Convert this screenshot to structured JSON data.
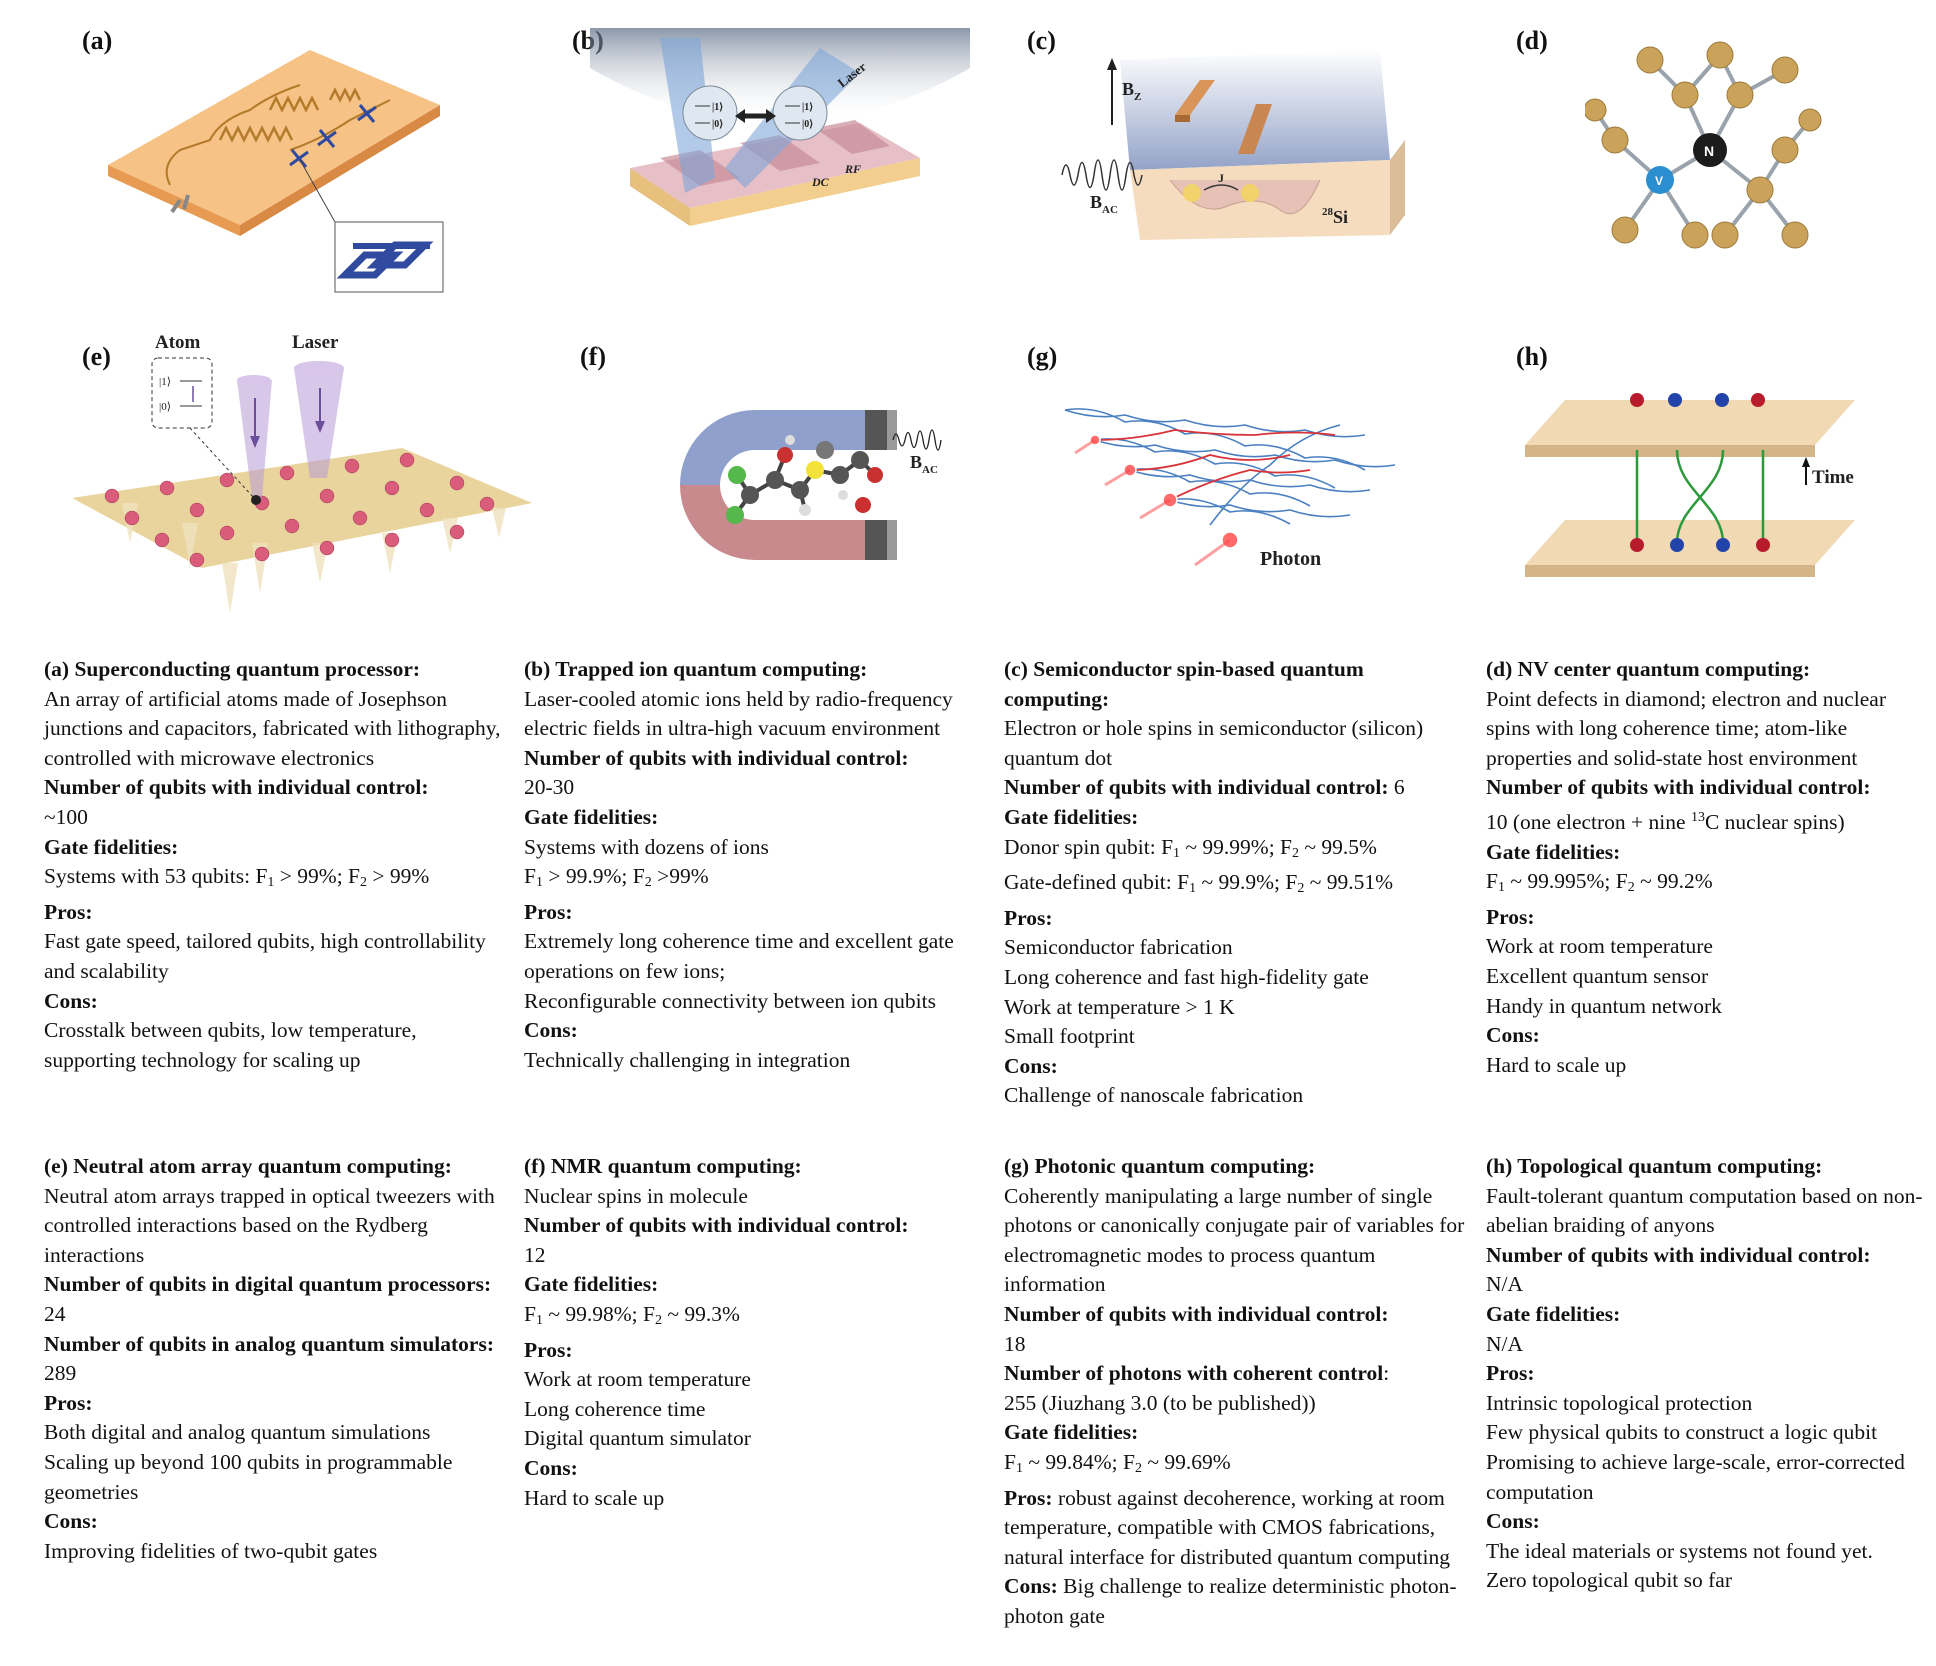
{
  "panels": {
    "a": {
      "label": "(a)"
    },
    "b": {
      "label": "(b)",
      "ket1": "|1⟩",
      "ket0": "|0⟩",
      "laser": "Laser",
      "rf": "RF",
      "dc": "DC"
    },
    "c": {
      "label": "(c)",
      "bz": "B",
      "bz_sub": "Z",
      "bac": "B",
      "bac_sub": "AC",
      "j": "J",
      "si_sup": "28",
      "si": "Si"
    },
    "d": {
      "label": "(d)",
      "n": "N",
      "v": "V"
    },
    "e": {
      "label": "(e)",
      "atom": "Atom",
      "laser": "Laser",
      "ket1": "|1⟩",
      "ket0": "|0⟩"
    },
    "f": {
      "label": "(f)",
      "bac": "B",
      "bac_sub": "AC"
    },
    "g": {
      "label": "(g)",
      "photon": "Photon"
    },
    "h": {
      "label": "(h)",
      "time": "Time"
    }
  },
  "descriptions": {
    "a": {
      "title": "(a) Superconducting quantum processor:",
      "body": "An array of artificial atoms made of Josephson junctions and capacitors, fabricated with lithography, controlled with microwave electronics",
      "qubits_head": "Number of qubits with individual control:",
      "qubits": "~100",
      "gate_head": "Gate fidelities:",
      "gate_1": "Systems with 53 qubits: F",
      "gate_1_sub": "1",
      "gate_1_mid": " > 99%; F",
      "gate_1_sub2": "2",
      "gate_1_end": " > 99%",
      "pros_head": "Pros:",
      "pros": "Fast gate speed, tailored qubits, high controllability and scalability",
      "cons_head": "Cons:",
      "cons": "Crosstalk between qubits, low temperature, supporting technology for scaling up"
    },
    "b": {
      "title": "(b) Trapped ion quantum computing:",
      "body": "Laser-cooled atomic ions held by radio-frequency electric fields in ultra-high vacuum environment",
      "qubits_head": "Number of qubits with individual control:",
      "qubits": "20-30",
      "gate_head": "Gate fidelities:",
      "gate_1": "Systems with dozens of ions",
      "gate_2a": "F",
      "gate_2_sub": "1",
      "gate_2b": " > 99.9%; F",
      "gate_2_sub2": "2",
      "gate_2c": " >99%",
      "pros_head": "Pros:",
      "pros_1": "Extremely long coherence time and excellent gate operations on few ions;",
      "pros_2": "Reconfigurable connectivity between ion qubits",
      "cons_head": "Cons:",
      "cons": "Technically challenging in integration"
    },
    "c": {
      "title": "(c) Semiconductor spin-based quantum computing:",
      "body": "Electron or hole spins in semiconductor (silicon) quantum dot",
      "qubits_head": "Number of qubits with individual control:",
      "qubits": " 6",
      "gate_head": "Gate fidelities:",
      "gate_1a": "Donor  spin qubit: F",
      "gate_1_sub": "1",
      "gate_1b": " ~ 99.99%; F",
      "gate_1_sub2": "2",
      "gate_1c": " ~ 99.5%",
      "gate_2a": "Gate-defined qubit: F",
      "gate_2_sub": "1",
      "gate_2b": " ~ 99.9%; F",
      "gate_2_sub2": "2",
      "gate_2c": " ~ 99.51%",
      "pros_head": "Pros:",
      "pros_1": "Semiconductor fabrication",
      "pros_2": "Long coherence and fast high-fidelity gate",
      "pros_3": "Work at temperature > 1 K",
      "pros_4": "Small footprint",
      "cons_head": "Cons:",
      "cons": "Challenge of nanoscale fabrication"
    },
    "d": {
      "title": "(d) NV center quantum computing:",
      "body": "Point defects in diamond; electron and nuclear spins with long coherence time; atom-like properties and solid-state host environment",
      "qubits_head": "Number of qubits with individual control:",
      "qubits_a": "10 (one electron + nine ",
      "qubits_sup": "13",
      "qubits_b": "C nuclear spins)",
      "gate_head": "Gate fidelities:",
      "gate_a": "F",
      "gate_sub": "1",
      "gate_b": " ~ 99.995%; F",
      "gate_sub2": "2",
      "gate_c": " ~ 99.2%",
      "pros_head": "Pros:",
      "pros_1": "Work at room temperature",
      "pros_2": "Excellent quantum sensor",
      "pros_3": "Handy in quantum network",
      "cons_head": "Cons:",
      "cons": "Hard to scale up"
    },
    "e": {
      "title": "(e) Neutral atom array quantum computing:",
      "body": "Neutral atom arrays trapped in optical tweezers with controlled interactions based on the Rydberg interactions",
      "digital_head": "Number of qubits in digital quantum processors:",
      "digital": " 24",
      "analog_head": "Number of qubits in analog quantum simulators:",
      "analog": " 289",
      "pros_head": "Pros:",
      "pros_1": "Both digital and analog quantum simulations",
      "pros_2": "Scaling up beyond 100 qubits in programmable geometries",
      "cons_head": "Cons:",
      "cons": "Improving fidelities of two-qubit gates"
    },
    "f": {
      "title": "(f) NMR quantum computing:",
      "body": "Nuclear spins in molecule",
      "qubits_head": "Number of qubits with individual control:",
      "qubits": "12",
      "gate_head": "Gate fidelities:",
      "gate_a": "F",
      "gate_sub": "1",
      "gate_b": " ~ 99.98%; F",
      "gate_sub2": "2",
      "gate_c": " ~ 99.3%",
      "pros_head": "Pros:",
      "pros_1": "Work at room temperature",
      "pros_2": "Long coherence time",
      "pros_3": "Digital quantum simulator",
      "cons_head": "Cons:",
      "cons": "Hard to scale up"
    },
    "g": {
      "title": "(g) Photonic quantum computing:",
      "body": "Coherently manipulating a large number of single photons or canonically conjugate pair of variables for electromagnetic modes to process quantum information",
      "qubits_head": "Number of qubits with individual control:",
      "qubits": "18",
      "photons_head": "Number of photons with coherent control",
      "photons_colon": ":",
      "photons": "255 (Jiuzhang 3.0 (to be published))",
      "gate_head": "Gate fidelities:",
      "gate_a": "F",
      "gate_sub": "1",
      "gate_b": " ~ 99.84%; F",
      "gate_sub2": "2",
      "gate_c": " ~ 99.69%",
      "pros_head": "Pros:",
      "pros": " robust against decoherence, working at room temperature, compatible with CMOS fabrications, natural interface for distributed quantum computing",
      "cons_head": "Cons:",
      "cons": " Big challenge to realize deterministic photon-photon gate"
    },
    "h": {
      "title": "(h) Topological quantum computing:",
      "body": "Fault-tolerant quantum computation based on non-abelian braiding of anyons",
      "qubits_head": "Number of qubits with individual control:",
      "qubits": "N/A",
      "gate_head": "Gate fidelities:",
      "gate": "N/A",
      "pros_head": "Pros:",
      "pros_1": "Intrinsic topological protection",
      "pros_2": "Few physical qubits to construct a logic qubit",
      "pros_3": "Promising to achieve large-scale, error-corrected computation",
      "cons_head": "Cons:",
      "cons_1": "The ideal materials or systems not found yet.",
      "cons_2": "Zero topological qubit so far"
    }
  }
}
